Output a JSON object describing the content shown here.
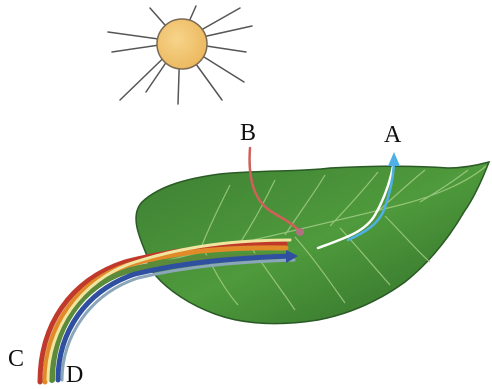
{
  "labels": {
    "a": "A",
    "b": "B",
    "c": "C",
    "d": "D"
  },
  "colors": {
    "sun_fill": "#f2c26b",
    "sun_stroke": "#7a6a55",
    "ray": "#555555",
    "leaf_dark": "#2f6a2a",
    "leaf_light": "#6fb24a",
    "vein": "#c8e0a0",
    "path_a": "#4fb0e6",
    "path_b": "#d0605a",
    "path_c_orange": "#e08a2a",
    "path_c_red": "#c0392b",
    "path_d_blue": "#2f4fa0",
    "path_yellow": "#f0e6a0",
    "path_green": "#5a8a3a"
  }
}
